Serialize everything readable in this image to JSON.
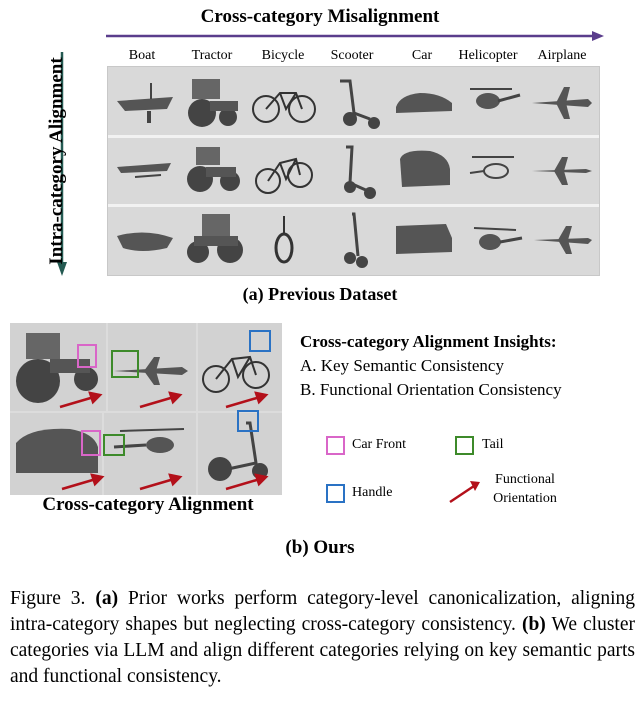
{
  "top_title": "Cross-category Misalignment",
  "side_title": "Intra-category Alignment",
  "categories": [
    "Boat",
    "Tractor",
    "Bicycle",
    "Scooter",
    "Car",
    "Helicopter",
    "Airplane"
  ],
  "caption_a": "(a) Previous Dataset",
  "ours_title": "Cross-category Alignment",
  "insights": {
    "title": "Cross-category Alignment Insights:",
    "item_a": "A. Key Semantic Consistency",
    "item_b": "B. Functional Orientation Consistency"
  },
  "legend": {
    "car_front": "Car Front",
    "tail": "Tail",
    "handle": "Handle",
    "functional_line1": "Functional",
    "functional_line2": "Orientation"
  },
  "colors": {
    "car_front": "#d966c8",
    "tail": "#3d8a2a",
    "handle": "#2a72c4",
    "orientation_arrow": "#b3101a",
    "top_arrow": "#5a3d8c",
    "side_arrow": "#245a52"
  },
  "caption_b": "(b) Ours",
  "figure_caption": {
    "label": "Figure 3.",
    "a_tag": "(a)",
    "a_text": "Prior works perform category-level canonicalization, aligning intra-category shapes but neglecting cross-category consistency.",
    "b_tag": "(b)",
    "b_text": "We cluster categories via LLM and align different categories relying on key semantic parts and functional consistency."
  }
}
